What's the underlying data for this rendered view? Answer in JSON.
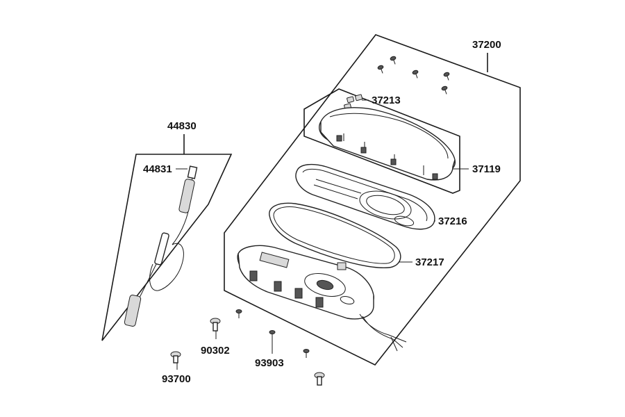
{
  "part_numbers": {
    "meter_assembly": "37200",
    "upper_clip": "37213",
    "meter_cover": "37119",
    "meter_panel": "37216",
    "meter_seal": "37217",
    "speedo_cable_assy": "44830",
    "speedo_cable_inner": "44831",
    "bolt_large": "90302",
    "screw_tapping": "93903",
    "screw_small": "93700"
  }
}
